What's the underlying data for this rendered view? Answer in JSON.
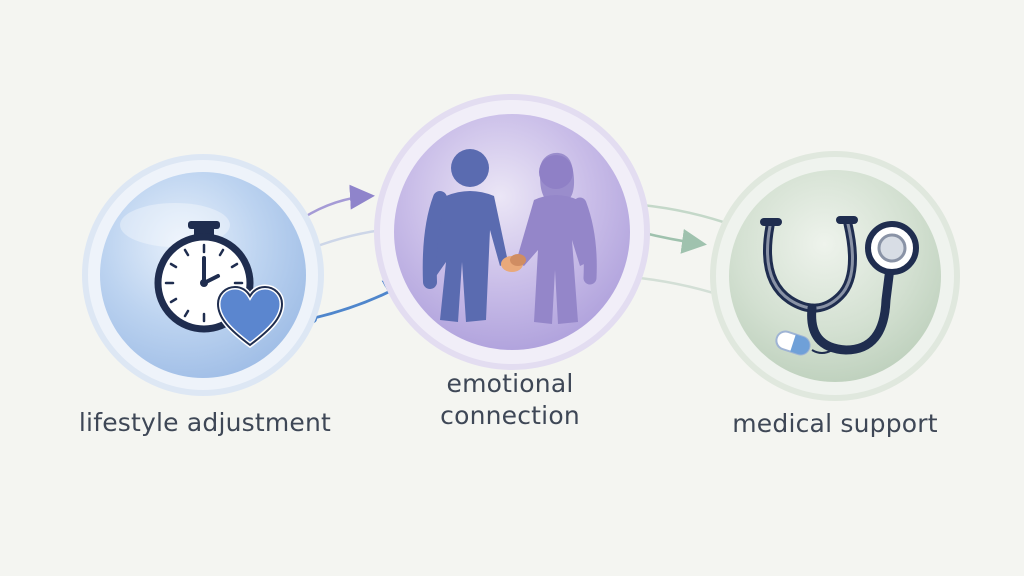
{
  "nodes": [
    {
      "id": "lifestyle",
      "label": "lifestyle adjustment",
      "icons": [
        "stopwatch-icon",
        "heart-icon"
      ],
      "color": "#a9c3e8"
    },
    {
      "id": "emotional",
      "label_lines": [
        "emotional",
        "connection"
      ],
      "icons": [
        "holding-hands-couple-icon"
      ],
      "color": "#b8a9dc"
    },
    {
      "id": "medical",
      "label": "medical support",
      "icons": [
        "stethoscope-icon",
        "pill-capsule-icon"
      ],
      "color": "#c5d6c4"
    }
  ],
  "colors": {
    "background": "#f4f5f1",
    "text": "#3e4756",
    "arrow_purple": "#9b8fcf",
    "arrow_blue": "#5b8fd0",
    "arrow_green": "#a9c8b6",
    "navy": "#1f2d4f"
  }
}
